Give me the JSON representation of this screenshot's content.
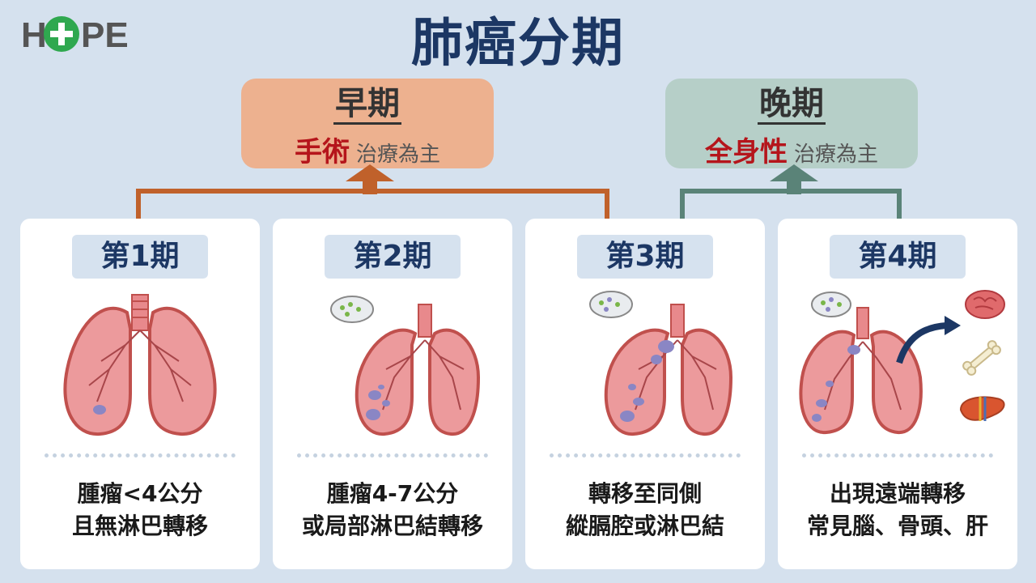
{
  "logo": {
    "text_left": "H",
    "text_right": "PE"
  },
  "title": "肺癌分期",
  "phases": {
    "early": {
      "name": "早期",
      "key": "手術",
      "rest": "治療為主"
    },
    "late": {
      "name": "晚期",
      "key": "全身性",
      "rest": "治療為主"
    }
  },
  "stages": [
    {
      "label": "第1期",
      "line1": "腫瘤<4公分",
      "line2": "且無淋巴轉移"
    },
    {
      "label": "第2期",
      "line1": "腫瘤4-7公分",
      "line2": "或局部淋巴結轉移"
    },
    {
      "label": "第3期",
      "line1": "轉移至同側",
      "line2": "縱膈腔或淋巴結"
    },
    {
      "label": "第4期",
      "line1": "出現遠端轉移",
      "line2": "常見腦、骨頭、肝"
    }
  ],
  "colors": {
    "background": "#d5e1ee",
    "title": "#1c3764",
    "early_box": "#edb18f",
    "early_line": "#c0612b",
    "late_box": "#b6cfc8",
    "late_line": "#5a8378",
    "highlight": "#b5151b"
  }
}
